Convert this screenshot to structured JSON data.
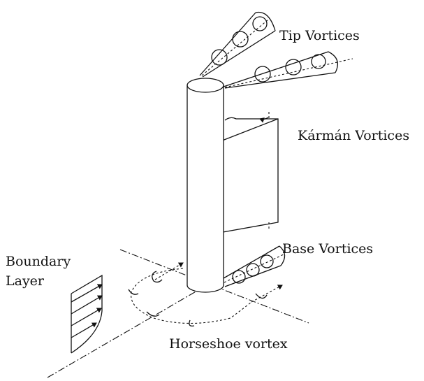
{
  "labels": {
    "tip_vortices": "Tip Vortices",
    "karman_vortices": "Kármán Vortices",
    "base_vortices": "Base Vortices",
    "boundary_layer_line1": "Boundary",
    "boundary_layer_line2": "Layer",
    "horseshoe_vortex": "Horseshoe vortex"
  },
  "colors": {
    "ink": "#111111",
    "background": "#ffffff"
  }
}
